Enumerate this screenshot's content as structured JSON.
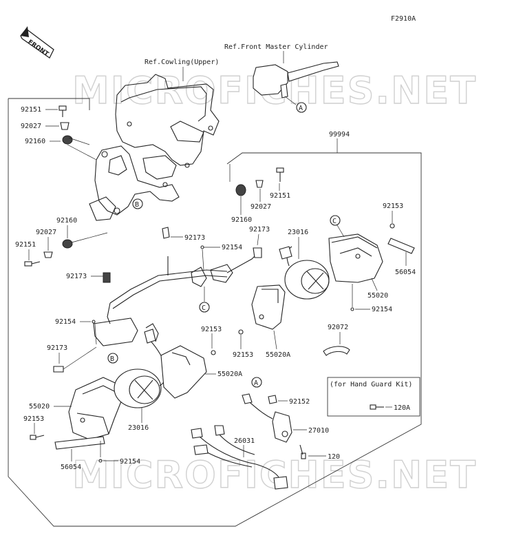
{
  "figure_code": "F2910A",
  "front_label": "FRONT",
  "watermark": "MICROFICHES.NET",
  "refs": {
    "front_master_cylinder": "Ref.Front Master Cylinder",
    "cowling_upper": "Ref.Cowling(Upper)"
  },
  "kit_note": "(for Hand Guard Kit)",
  "callouts": {
    "A": "A",
    "B": "B",
    "C": "C"
  },
  "part_numbers": {
    "p99994": "99994",
    "p92151": "92151",
    "p92027": "92027",
    "p92160": "92160",
    "p92173": "92173",
    "p92154": "92154",
    "p92153": "92153",
    "p23016": "23016",
    "p55020": "55020",
    "p55020A": "55020A",
    "p56054": "56054",
    "p92072": "92072",
    "p92152": "92152",
    "p27010": "27010",
    "p26031": "26031",
    "p120": "120",
    "p120A": "120A"
  }
}
